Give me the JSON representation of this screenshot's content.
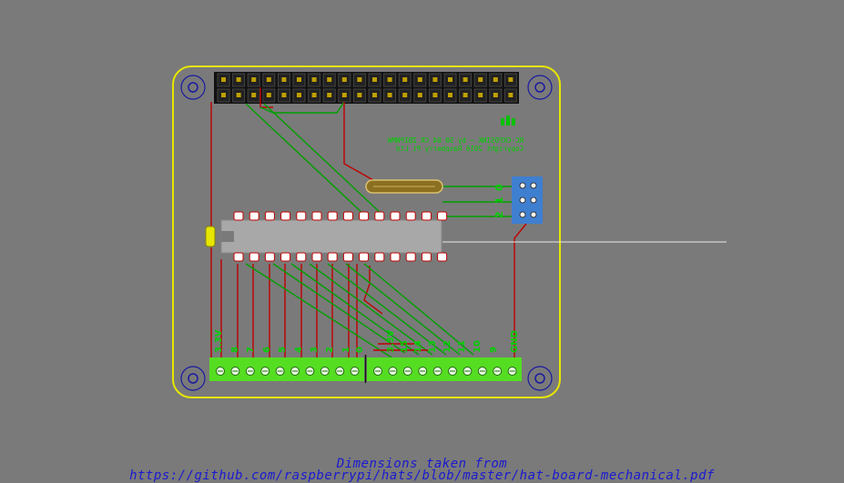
{
  "board": {
    "silk_line1": "RC-CKFDSINK — by 50 04 CR ZBIPNMW",
    "silk_line2": "Copyright 2016 Raspberry Pi Ltd",
    "header_labels": [
      "0",
      "1",
      "2"
    ],
    "left_labels": [
      "3.3V",
      "8",
      "7",
      "6",
      "5",
      "4",
      "3",
      "2",
      "1",
      "0",
      "GND"
    ],
    "right_labels": [
      "3.3V",
      "15",
      "14",
      "13",
      "12",
      "11",
      "10",
      "9",
      "GND"
    ],
    "colors": {
      "background": "#7a7a7a",
      "outline": "#e6e600",
      "trace_front": "#c00000",
      "trace_back": "#00a000",
      "hole": "#1a1aa0",
      "terminal": "#55dd22",
      "connector": "#3f7fd0",
      "pin_header": "#111111",
      "silkscreen": "#00d000"
    }
  },
  "notes": {
    "line1": "Dimensions taken from",
    "line2": "https://github.com/raspberrypi/hats/blob/master/hat-board-mechanical.pdf"
  }
}
